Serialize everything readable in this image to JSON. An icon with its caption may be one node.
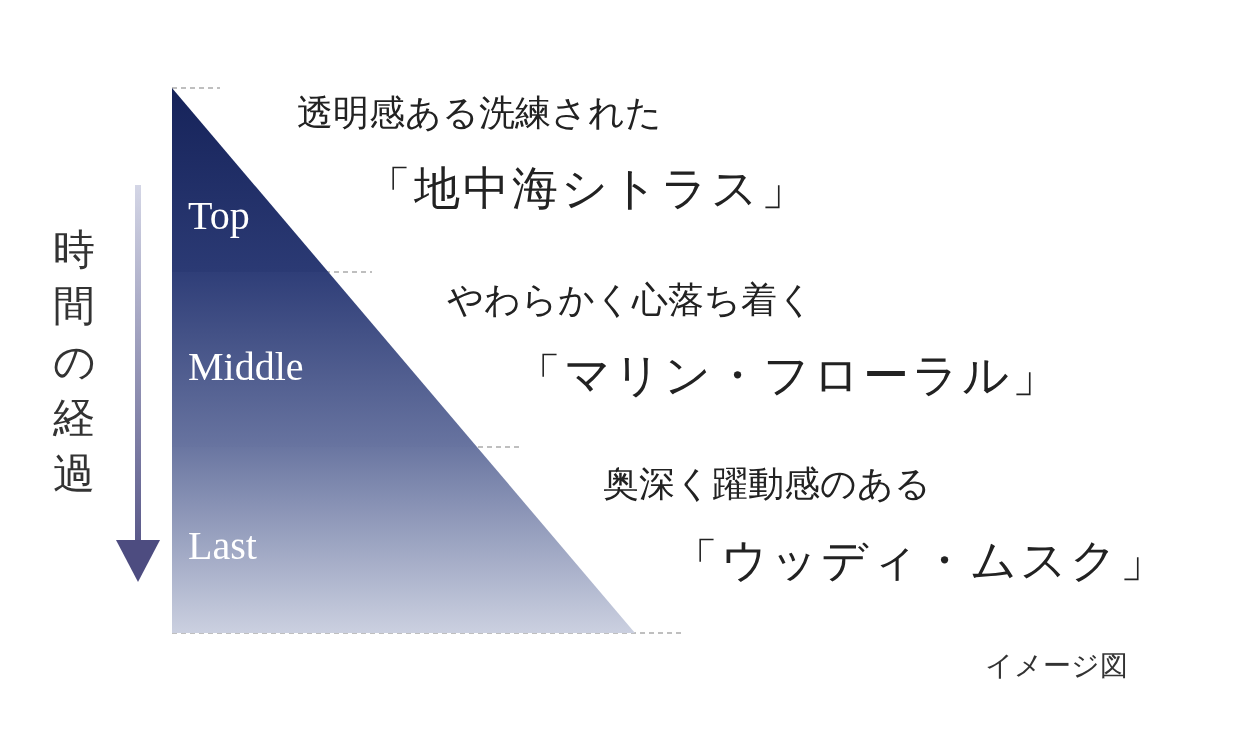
{
  "diagram": {
    "nodes": [
      {
        "text": [
          "Top"
        ],
        "beside": [
          "透明感ある洗練された",
          "「地中海シトラス」"
        ]
      },
      {
        "text": [
          "Middle"
        ],
        "beside": [
          "やわらかく心落ち着く",
          "「マリン・フローラル」"
        ]
      },
      {
        "text": [
          "Last"
        ],
        "beside": [
          "奥深く躍動感のある",
          "「ウッディ・ムスク」"
        ]
      }
    ],
    "labels": [
      "時間の経過",
      "イメージ図"
    ]
  }
}
